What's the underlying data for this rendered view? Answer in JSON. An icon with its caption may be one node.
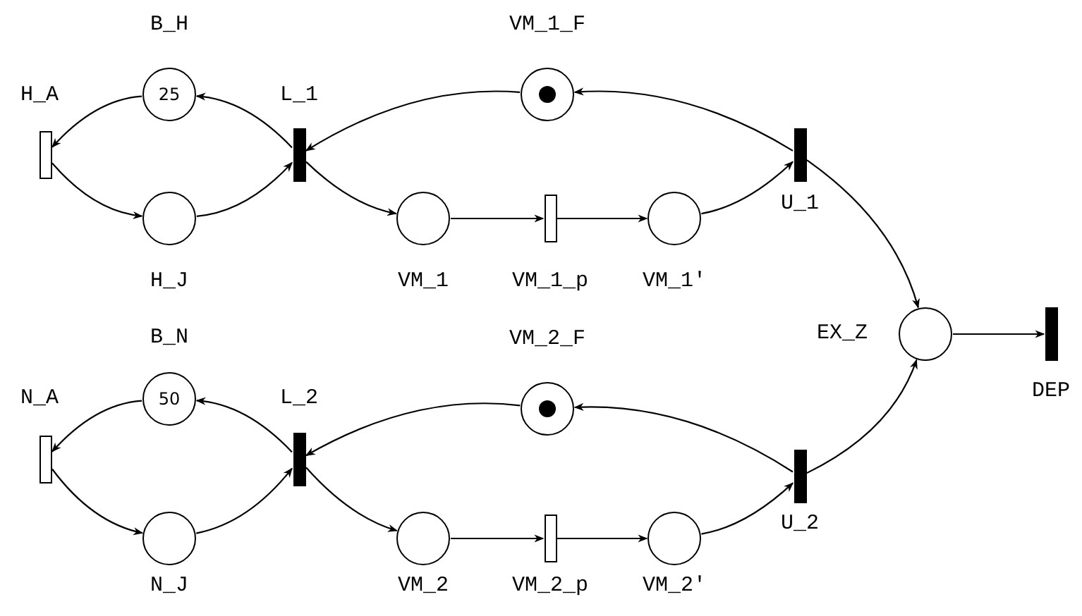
{
  "diagram": {
    "nodes": [
      {
        "text": [
          "B_H",
          "25"
        ]
      },
      {
        "text": [
          "H_A"
        ]
      },
      {
        "text": [
          "L_1"
        ]
      },
      {
        "text": [
          "H_J"
        ]
      },
      {
        "text": [
          "VM_1_F"
        ]
      },
      {
        "text": [
          "VM_1"
        ]
      },
      {
        "text": [
          "VM_1_p"
        ]
      },
      {
        "text": [
          "VM_1'"
        ]
      },
      {
        "text": [
          "U_1"
        ]
      },
      {
        "text": [
          "EX_Z"
        ]
      },
      {
        "text": [
          "DEP"
        ]
      },
      {
        "text": [
          "B_N",
          "50"
        ]
      },
      {
        "text": [
          "N_A"
        ]
      },
      {
        "text": [
          "L_2"
        ]
      },
      {
        "text": [
          "N_J"
        ]
      },
      {
        "text": [
          "VM_2_F"
        ]
      },
      {
        "text": [
          "VM_2"
        ]
      },
      {
        "text": [
          "VM_2_p"
        ]
      },
      {
        "text": [
          "VM_2'"
        ]
      },
      {
        "text": [
          "U_2"
        ]
      }
    ],
    "edges": [
      {
        "from": 0,
        "to": 1,
        "arrow": "to"
      },
      {
        "from": 1,
        "to": 3,
        "arrow": "to"
      },
      {
        "from": 3,
        "to": 2,
        "arrow": "to"
      },
      {
        "from": 2,
        "to": 0,
        "arrow": "to"
      },
      {
        "from": 4,
        "to": 2,
        "arrow": "to"
      },
      {
        "from": 2,
        "to": 5,
        "arrow": "to"
      },
      {
        "from": 5,
        "to": 6,
        "arrow": "to"
      },
      {
        "from": 6,
        "to": 7,
        "arrow": "to"
      },
      {
        "from": 7,
        "to": 8,
        "arrow": "to"
      },
      {
        "from": 8,
        "to": 4,
        "arrow": "to"
      },
      {
        "from": 8,
        "to": 9,
        "arrow": "to"
      },
      {
        "from": 9,
        "to": 10,
        "arrow": "to"
      },
      {
        "from": 11,
        "to": 12,
        "arrow": "to"
      },
      {
        "from": 12,
        "to": 14,
        "arrow": "to"
      },
      {
        "from": 14,
        "to": 13,
        "arrow": "to"
      },
      {
        "from": 13,
        "to": 11,
        "arrow": "to"
      },
      {
        "from": 15,
        "to": 13,
        "arrow": "to"
      },
      {
        "from": 13,
        "to": 16,
        "arrow": "to"
      },
      {
        "from": 16,
        "to": 17,
        "arrow": "to"
      },
      {
        "from": 17,
        "to": 18,
        "arrow": "to"
      },
      {
        "from": 18,
        "to": 19,
        "arrow": "to"
      },
      {
        "from": 19,
        "to": 15,
        "arrow": "to"
      },
      {
        "from": 19,
        "to": 9,
        "arrow": "to"
      }
    ]
  }
}
